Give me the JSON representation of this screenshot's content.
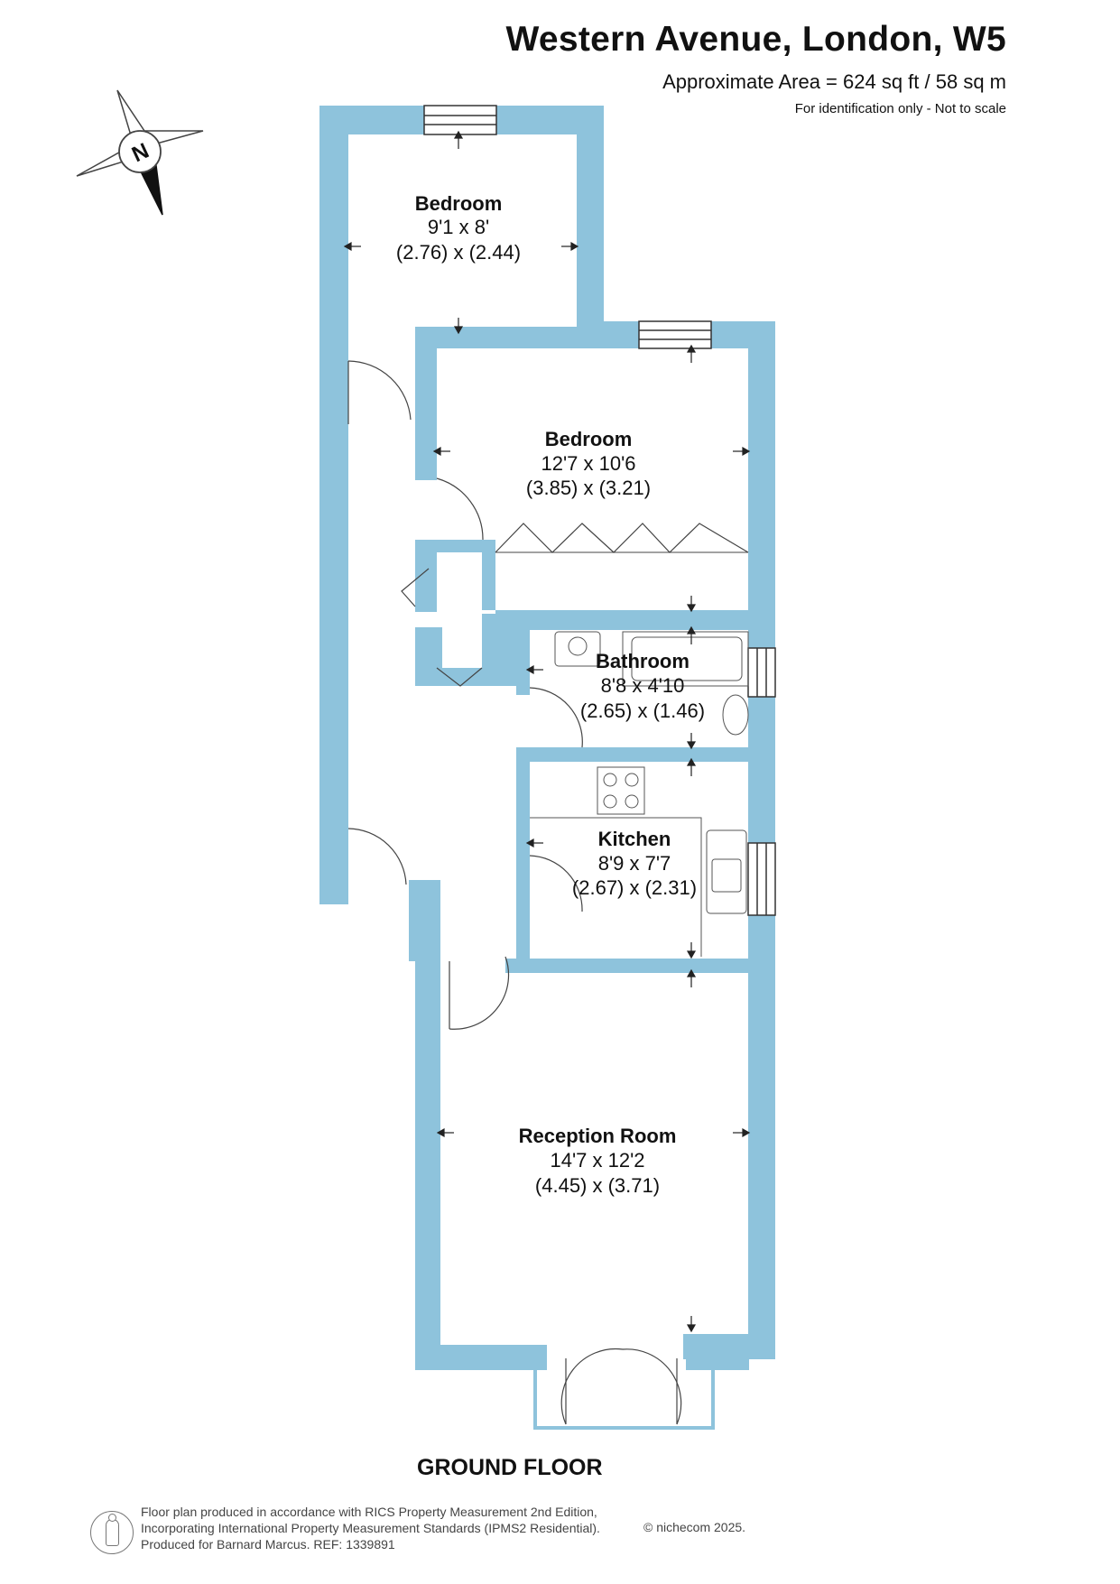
{
  "header": {
    "title": "Western Avenue, London, W5",
    "area": "Approximate Area = 624 sq ft / 58 sq m",
    "note": "For identification only - Not to scale"
  },
  "compass": {
    "label": "N",
    "icon": "north-compass-icon"
  },
  "colors": {
    "wall": "#8ec3dc",
    "line": "#333333",
    "text": "#111111"
  },
  "rooms": [
    {
      "name": "Bedroom",
      "imperial": "9'1 x 8'",
      "metric": "(2.76) x (2.44)"
    },
    {
      "name": "Bedroom",
      "imperial": "12'7 x 10'6",
      "metric": "(3.85) x (3.21)"
    },
    {
      "name": "Bathroom",
      "imperial": "8'8 x 4'10",
      "metric": "(2.65) x (1.46)"
    },
    {
      "name": "Kitchen",
      "imperial": "8'9 x 7'7",
      "metric": "(2.67) x (2.31)"
    },
    {
      "name": "Reception Room",
      "imperial": "14'7 x 12'2",
      "metric": "(4.45) x (3.71)"
    }
  ],
  "floor_label": "GROUND FLOOR",
  "footer": {
    "line1": "Floor plan produced in accordance with RICS Property Measurement 2nd Edition,",
    "line2": "Incorporating International Property Measurement Standards (IPMS2 Residential).",
    "line3": "Produced for Barnard Marcus.   REF:  1339891",
    "copyright": "© nichecom 2025."
  }
}
